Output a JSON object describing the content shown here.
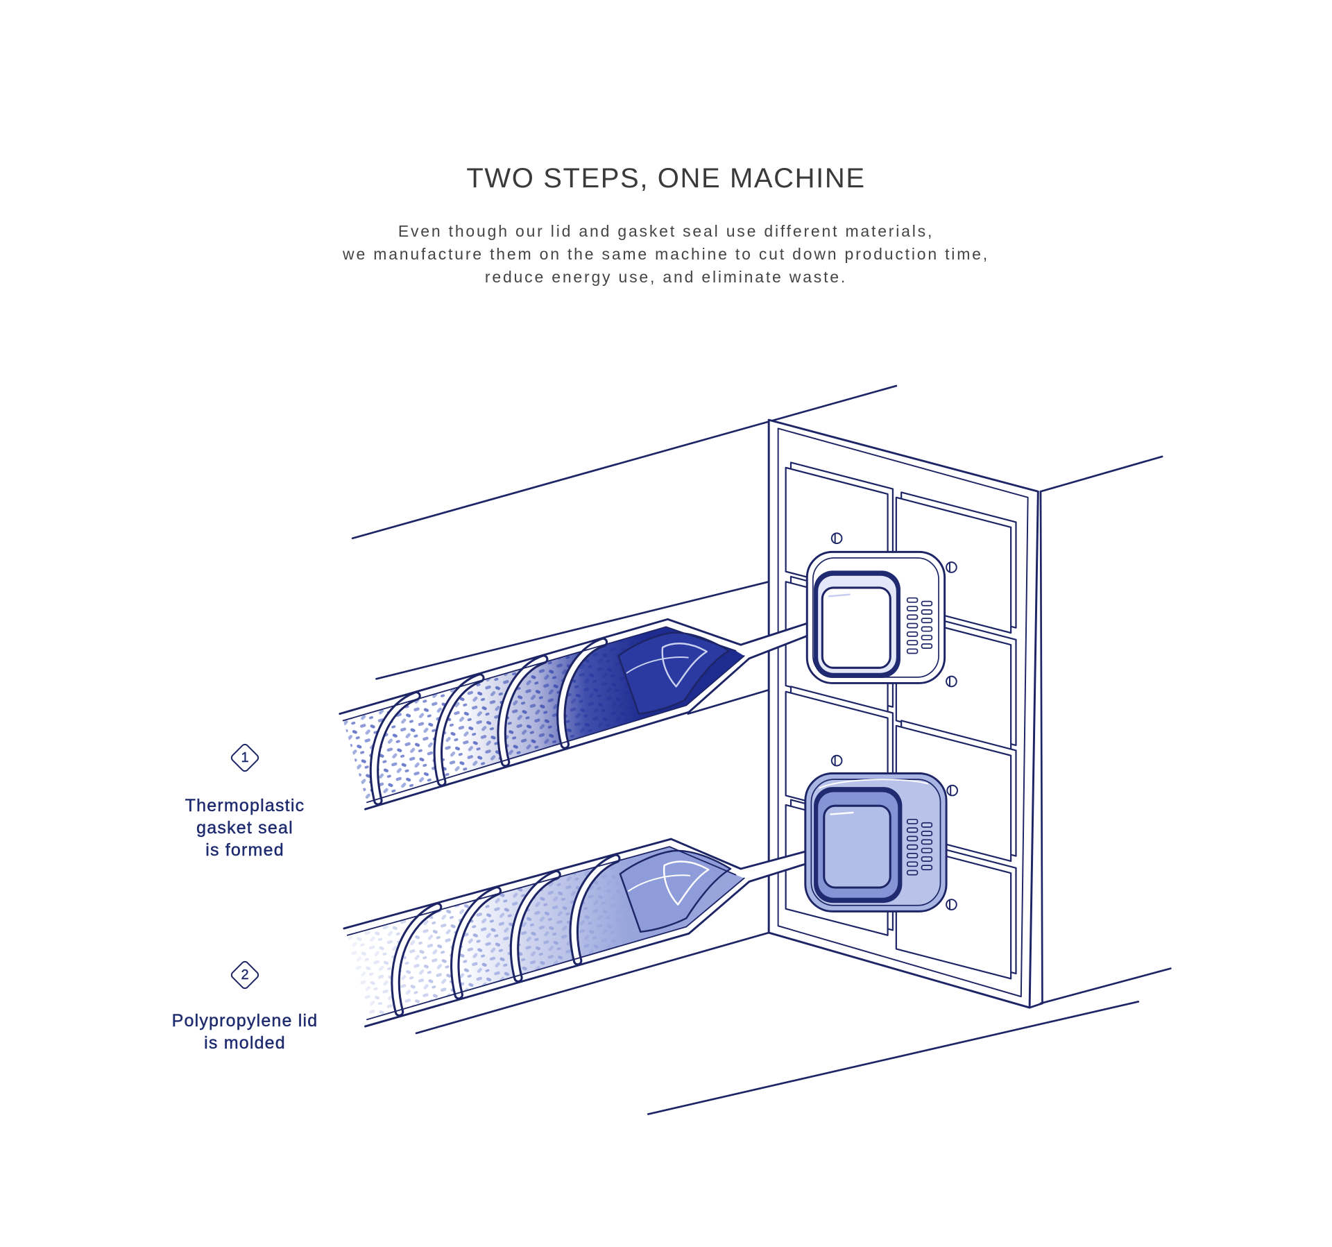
{
  "header": {
    "title": "TWO STEPS, ONE MACHINE",
    "subtitle_lines": [
      "Even though our lid and gasket seal use different materials,",
      "we manufacture them on the same machine to cut down production time,",
      "reduce energy use, and eliminate waste."
    ]
  },
  "steps": [
    {
      "number": "1",
      "label_lines": [
        "Thermoplastic",
        "gasket seal",
        "is formed"
      ]
    },
    {
      "number": "2",
      "label_lines": [
        "Polypropylene lid",
        "is molded"
      ]
    }
  ],
  "colors": {
    "ink": "#1d2566",
    "title_text": "#3a3a3a",
    "label_text": "#1e2a6e",
    "melt_dark": "#2636a0",
    "melt_light": "#a9b5e3"
  }
}
